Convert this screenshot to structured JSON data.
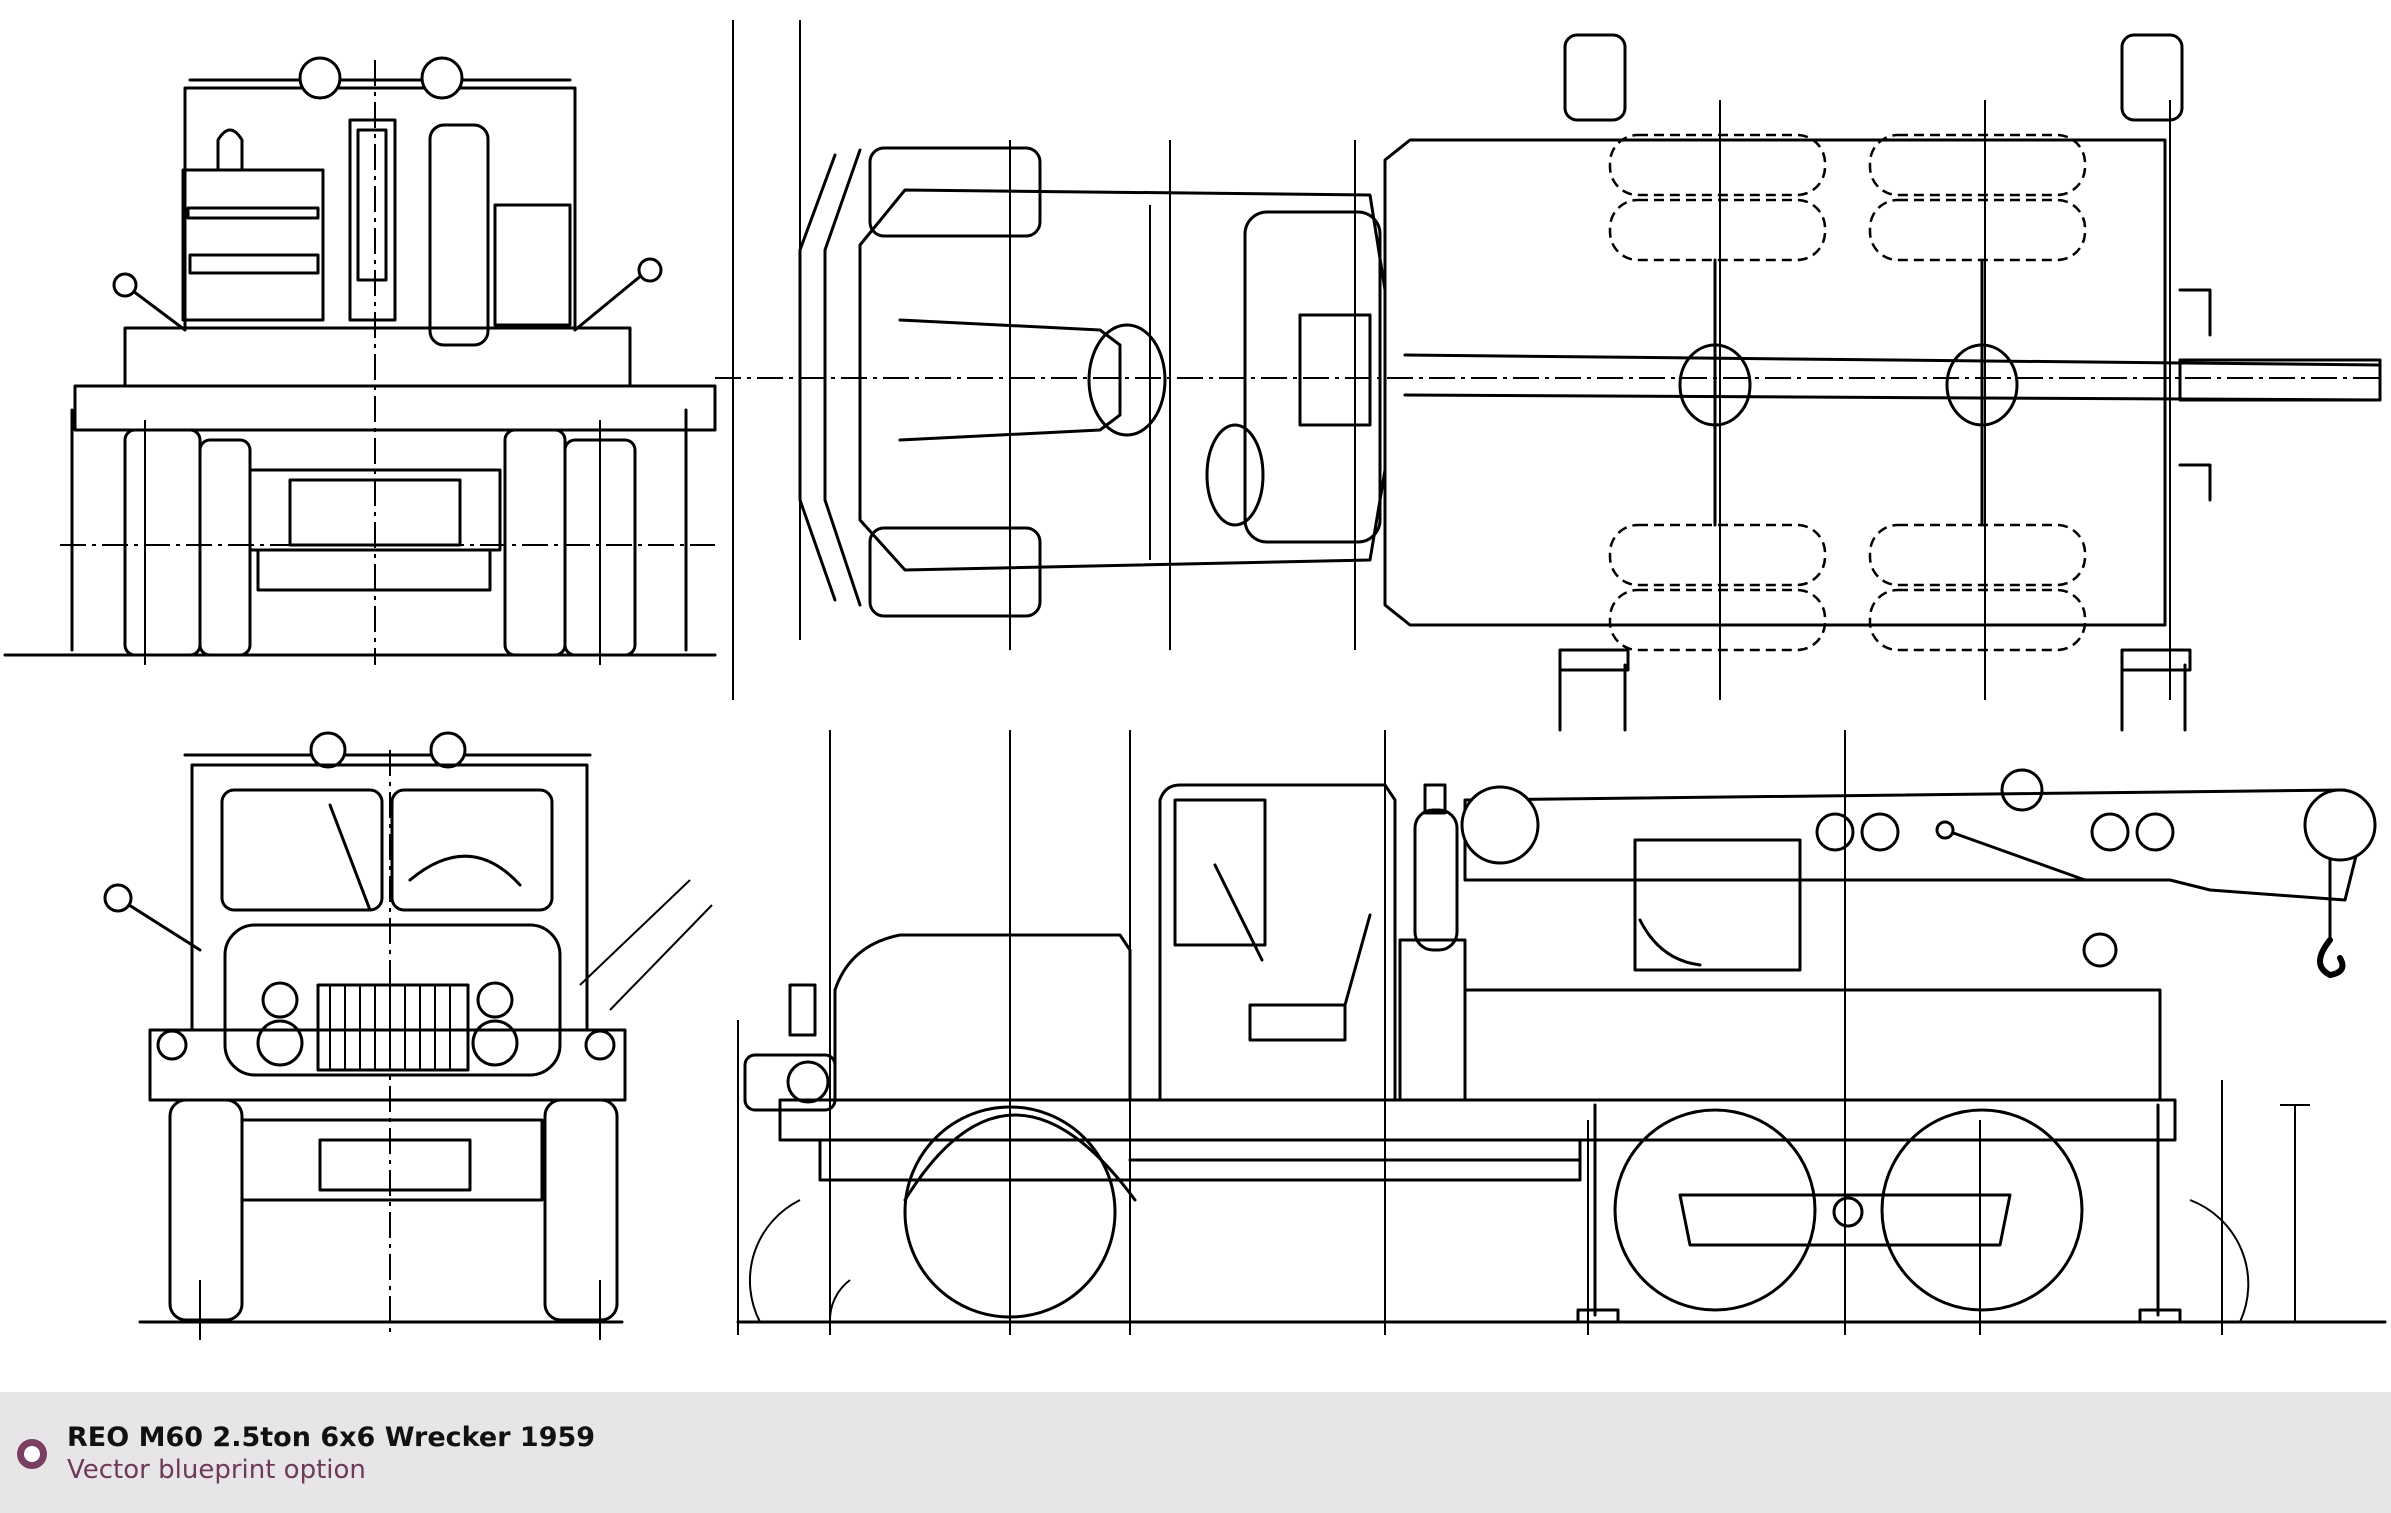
{
  "blueprint": {
    "views": [
      "rear-view",
      "top-view",
      "front-view",
      "side-view"
    ]
  },
  "caption": {
    "title": "REO M60 2.5ton 6x6 Wrecker 1959",
    "subtitle": "Vector blueprint option",
    "icon": "radio-circle-icon",
    "accent_color": "#7a3f63",
    "background_color": "#e8e5e8"
  }
}
